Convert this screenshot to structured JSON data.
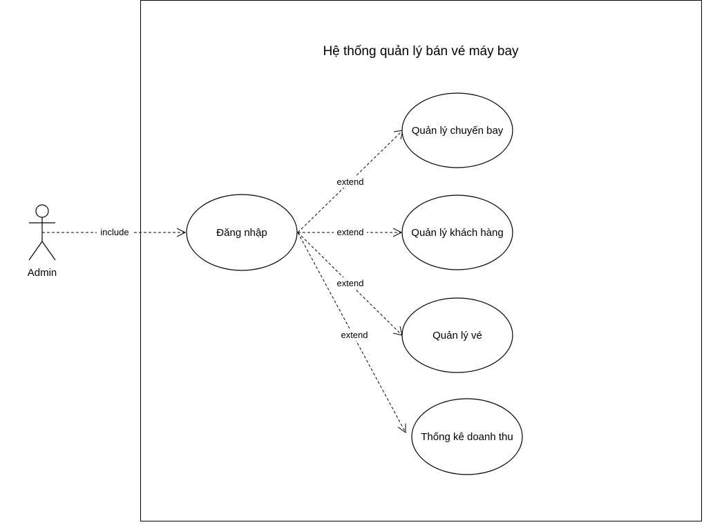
{
  "system": {
    "title": "Hệ thống quản lý bán vé máy bay"
  },
  "actor": {
    "name": "Admin"
  },
  "use_cases": {
    "login": "Đăng nhập",
    "flights": "Quản lý chuyến bay",
    "customers": "Quản lý khách hàng",
    "tickets": "Quản lý vé",
    "revenue": "Thống kê doanh thu"
  },
  "relations": {
    "include": "include",
    "extend_flights": "extend",
    "extend_customers": "extend",
    "extend_tickets": "extend",
    "extend_revenue": "extend"
  }
}
